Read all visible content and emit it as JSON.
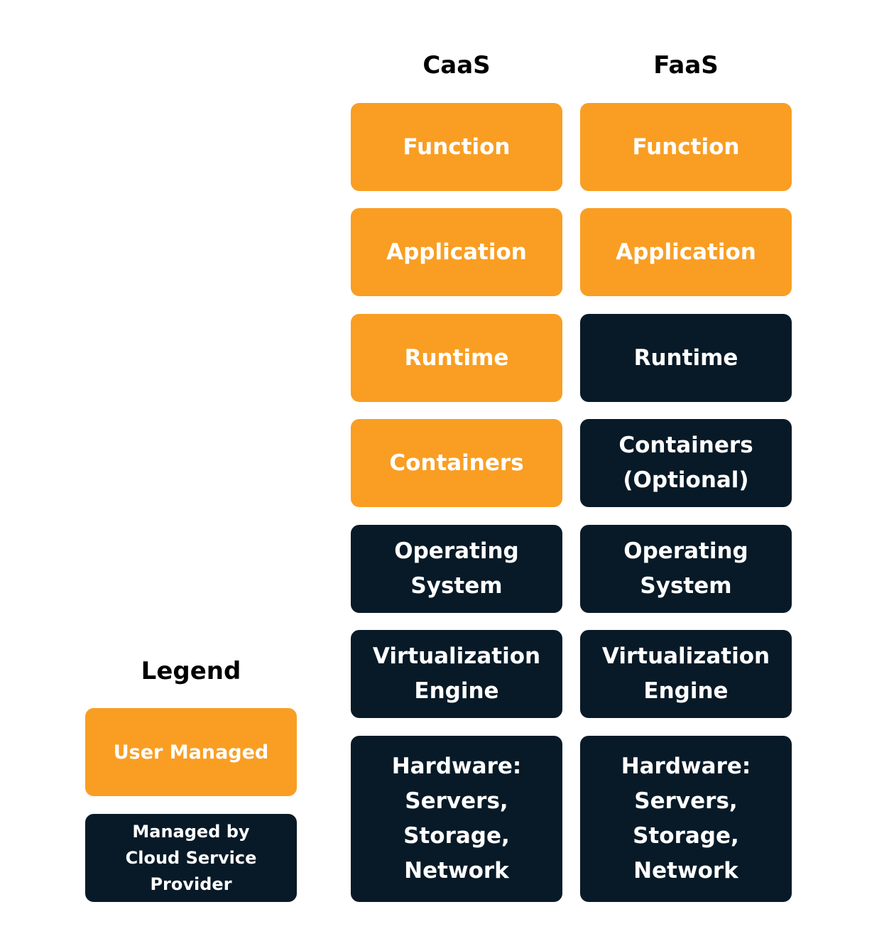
{
  "colors": {
    "user_managed": "#F99E23",
    "cloud_provider": "#081A27"
  },
  "columns": [
    {
      "title": "CaaS",
      "layers": [
        {
          "label": "Function",
          "managed_by": "user"
        },
        {
          "label": "Application",
          "managed_by": "user"
        },
        {
          "label": "Runtime",
          "managed_by": "user"
        },
        {
          "label": "Containers",
          "managed_by": "user"
        },
        {
          "label": "Operating\nSystem",
          "managed_by": "provider"
        },
        {
          "label": "Virtualization\nEngine",
          "managed_by": "provider"
        },
        {
          "label": "Hardware:\nServers,\nStorage,\nNetwork",
          "managed_by": "provider"
        }
      ]
    },
    {
      "title": "FaaS",
      "layers": [
        {
          "label": "Function",
          "managed_by": "user"
        },
        {
          "label": "Application",
          "managed_by": "user"
        },
        {
          "label": "Runtime",
          "managed_by": "provider"
        },
        {
          "label": "Containers\n(Optional)",
          "managed_by": "provider"
        },
        {
          "label": "Operating\nSystem",
          "managed_by": "provider"
        },
        {
          "label": "Virtualization\nEngine",
          "managed_by": "provider"
        },
        {
          "label": "Hardware:\nServers,\nStorage,\nNetwork",
          "managed_by": "provider"
        }
      ]
    }
  ],
  "legend": {
    "title": "Legend",
    "user_label": "User Managed",
    "provider_label": "Managed by\nCloud Service\nProvider"
  }
}
